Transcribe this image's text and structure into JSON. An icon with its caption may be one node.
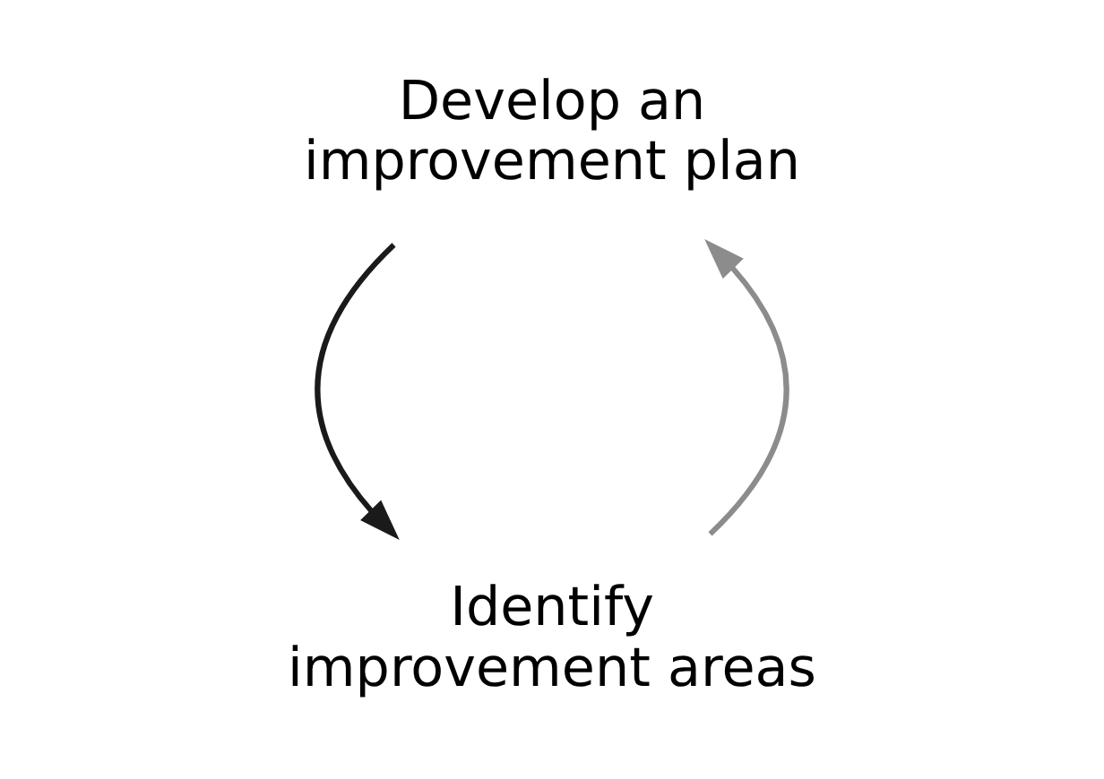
{
  "diagram": {
    "nodes": [
      {
        "text": [
          "Identify improvement areas"
        ]
      },
      {
        "text": [
          "Develop an improvement plan"
        ]
      }
    ],
    "edges": [
      {
        "from": 0,
        "to": 1,
        "arrow": "to",
        "color": "#8c8c8c"
      },
      {
        "from": 1,
        "to": 0,
        "arrow": "to",
        "color": "#1a1a1a"
      }
    ]
  }
}
